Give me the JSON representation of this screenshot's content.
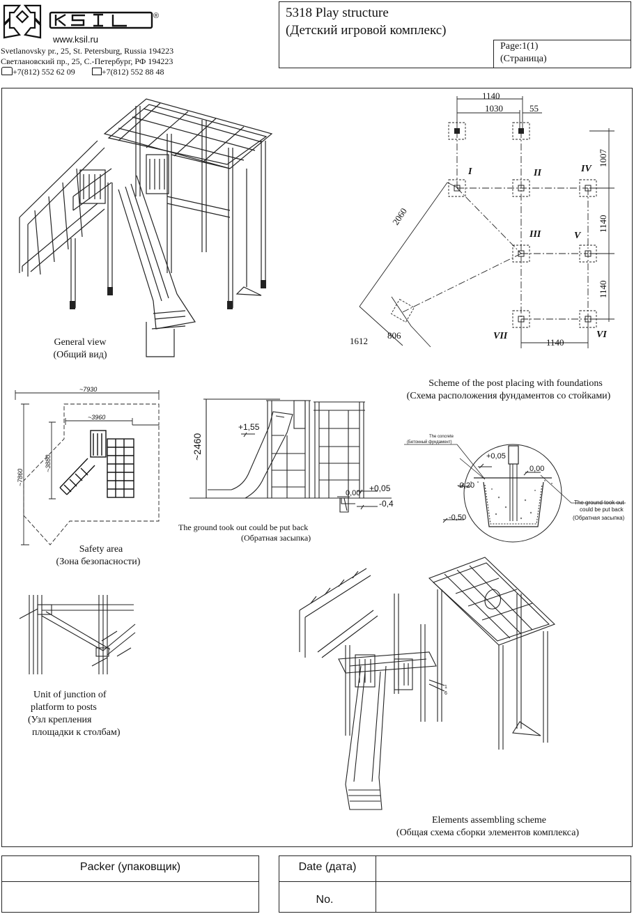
{
  "header": {
    "brand": "KSIL",
    "registered": "®",
    "website": "www.ksil.ru",
    "address_en": "Svetlanovsky pr., 25, St. Petersburg, Russia 194223",
    "address_ru": "Светлановский пр., 25, С.-Петербург, РФ 194223",
    "phone": "+7(812) 552 62 09",
    "fax": "+7(812) 552 88 48",
    "title_en": "5318 Play structure",
    "title_ru": "(Детский игровой комплекс)",
    "page_label": "Page:",
    "page_value": "1(1)",
    "page_label_ru": "(Страница)"
  },
  "general_view": {
    "caption_en": "General view",
    "caption_ru": "(Общий вид)"
  },
  "scheme": {
    "caption_en": "Scheme of the post placing with foundations",
    "caption_ru": "(Схема расположения фундаментов со стойками)",
    "dims": {
      "top_total": "1140",
      "top_inner": "1030",
      "top_offset": "55",
      "right_top": "1007",
      "right_mid": "1140",
      "right_bot": "1140",
      "bottom": "1140",
      "diag_long": "2060",
      "diag_a": "1612",
      "diag_b": "806"
    },
    "posts": [
      "I",
      "II",
      "III",
      "IV",
      "V",
      "VI",
      "VII"
    ]
  },
  "safety_area": {
    "caption_en": "Safety area",
    "caption_ru": "(Зона безопасности)",
    "dim_total_w": "~7930",
    "dim_inner_w": "~3960",
    "dim_total_h": "~7860",
    "dim_inner_h": "~3880"
  },
  "side_view": {
    "height": "~2460",
    "level_platform": "+1,55",
    "level_top": "+0,05",
    "level_ground": "0,00",
    "level_bottom": "-0,4",
    "note_en": "The ground took out could be put back",
    "note_ru": "(Обратная засыпка)"
  },
  "foundation": {
    "concrete_en": "The concrete",
    "concrete_ru": "(Бетонный фундамент)",
    "level_top": "+0,05",
    "level_ground": "0,00",
    "level_mid": "-0,20",
    "level_bottom": "-0,50",
    "backfill_en1": "The ground took out",
    "backfill_en2": "could be put back",
    "backfill_ru": "(Обратная засыпка)"
  },
  "junction": {
    "line1": "Unit of junction of",
    "line2": "platform to posts",
    "line3": "(Узл крепления",
    "line4": "площадки к столбам)"
  },
  "assembly": {
    "caption_en": "Elements assembling scheme",
    "caption_ru": "(Общая схема сборки элементов комплекса)",
    "label_a": "1",
    "label_b": "6"
  },
  "footer": {
    "packer": "Packer (упаковщик)",
    "date": "Date (дата)",
    "number": "No."
  }
}
